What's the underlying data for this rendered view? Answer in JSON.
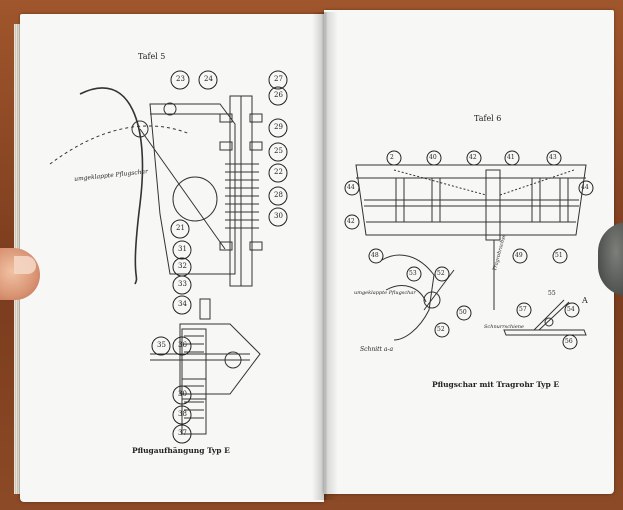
{
  "left_page": {
    "plate_title": "Tafel 5",
    "caption": "Pflugaufhängung Typ E",
    "annotation": "umgeklappte Pflugschar",
    "callouts": [
      "23",
      "24",
      "27",
      "26",
      "29",
      "25",
      "22",
      "28",
      "30",
      "21",
      "31",
      "32",
      "33",
      "34",
      "35",
      "36",
      "30",
      "38",
      "37"
    ]
  },
  "right_page": {
    "plate_title": "Tafel 6",
    "caption": "Pflugschar mit Tragrohr Typ E",
    "annotations": {
      "left_fold": "umgeklappte Pflugschar",
      "section": "Schnitt a-a",
      "right_detail": "Schnurrschiene",
      "vertical": "Tragrohrachse"
    },
    "callouts": [
      "2",
      "40",
      "42",
      "41",
      "43",
      "44",
      "44",
      "42",
      "48",
      "49",
      "51",
      "53",
      "52",
      "50",
      "52",
      "54",
      "57",
      "56",
      "55",
      "A"
    ]
  }
}
